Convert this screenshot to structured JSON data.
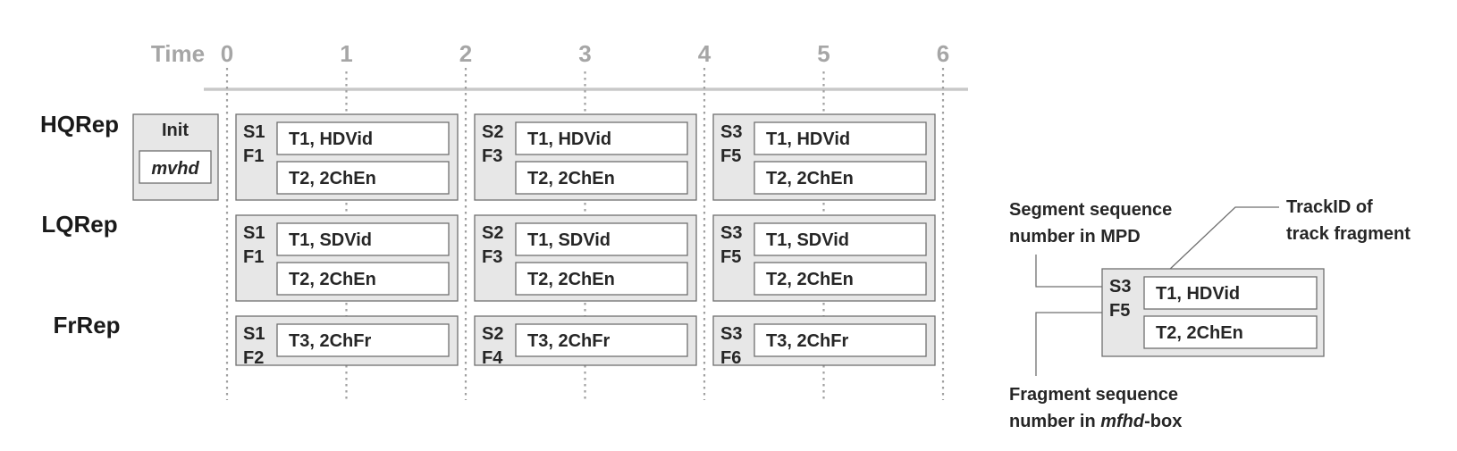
{
  "time_axis": {
    "label": "Time",
    "ticks": [
      "0",
      "1",
      "2",
      "3",
      "4",
      "5",
      "6"
    ]
  },
  "representations": [
    {
      "name": "HQRep",
      "init": {
        "label": "Init",
        "box": "mvhd"
      },
      "segments": [
        {
          "s": "S1",
          "f": "F1",
          "tracks": [
            "T1, HDVid",
            "T2, 2ChEn"
          ]
        },
        {
          "s": "S2",
          "f": "F3",
          "tracks": [
            "T1, HDVid",
            "T2, 2ChEn"
          ]
        },
        {
          "s": "S3",
          "f": "F5",
          "tracks": [
            "T1, HDVid",
            "T2, 2ChEn"
          ]
        }
      ]
    },
    {
      "name": "LQRep",
      "segments": [
        {
          "s": "S1",
          "f": "F1",
          "tracks": [
            "T1, SDVid",
            "T2, 2ChEn"
          ]
        },
        {
          "s": "S2",
          "f": "F3",
          "tracks": [
            "T1, SDVid",
            "T2, 2ChEn"
          ]
        },
        {
          "s": "S3",
          "f": "F5",
          "tracks": [
            "T1, SDVid",
            "T2, 2ChEn"
          ]
        }
      ]
    },
    {
      "name": "FrRep",
      "segments": [
        {
          "s": "S1",
          "f": "F2",
          "tracks": [
            "T3, 2ChFr"
          ]
        },
        {
          "s": "S2",
          "f": "F4",
          "tracks": [
            "T3, 2ChFr"
          ]
        },
        {
          "s": "S3",
          "f": "F6",
          "tracks": [
            "T3, 2ChFr"
          ]
        }
      ]
    }
  ],
  "legend": {
    "example": {
      "s": "S3",
      "f": "F5",
      "tracks": [
        "T1, HDVid",
        "T2, 2ChEn"
      ]
    },
    "segment_note": [
      "Segment sequence",
      "number in MPD"
    ],
    "trackid_note": [
      "TrackID of",
      "track fragment"
    ],
    "fragment_note": {
      "line1": "Fragment sequence",
      "line2_prefix": "number in ",
      "line2_italic": "mfhd",
      "line2_suffix": "-box"
    }
  }
}
